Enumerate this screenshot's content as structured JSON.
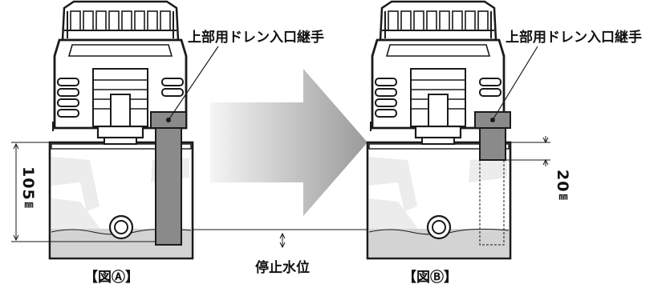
{
  "callouts": {
    "left_upper_drain_fitting": "上部用ドレン入口継手",
    "right_upper_drain_fitting": "上部用ドレン入口継手"
  },
  "captions": {
    "figure_a": "【図Ⓐ】",
    "figure_b": "【図Ⓑ】",
    "stop_water_level": "停止水位"
  },
  "dimensions": {
    "left_height_value": "105",
    "left_height_unit": "㎜",
    "right_height_value": "20",
    "right_height_unit": "㎜"
  },
  "colors": {
    "line": "#1a1a1a",
    "pump_body": "#ffffff",
    "water": "#d3d3d3",
    "pipe": "#8a8a8a",
    "tank_shade": "#ececec",
    "arrow_light": "#f3f3f3",
    "arrow_dark": "#9a9a9a"
  }
}
